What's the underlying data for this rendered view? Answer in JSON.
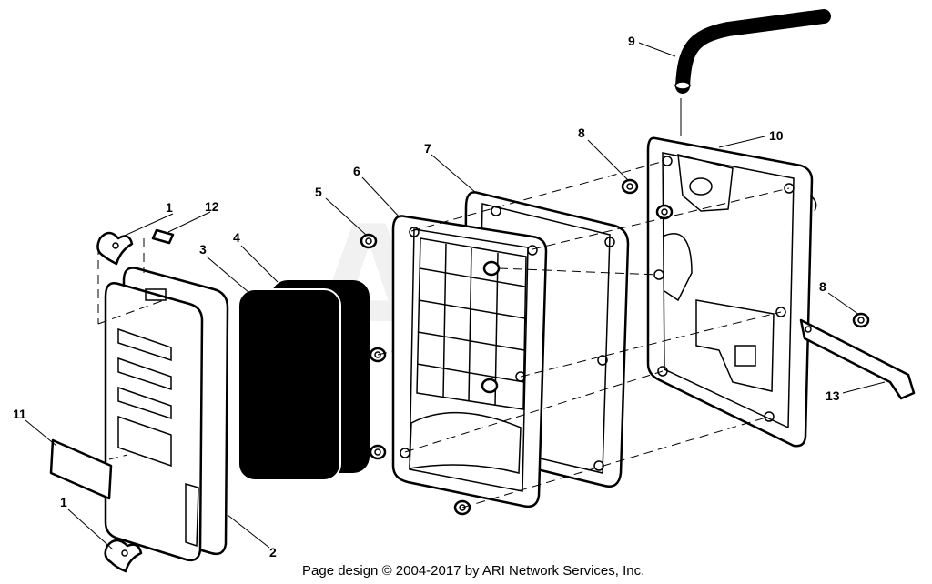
{
  "callouts": {
    "c1a": "1",
    "c12": "12",
    "c3": "3",
    "c4": "4",
    "c5": "5",
    "c6": "6",
    "c7": "7",
    "c8a": "8",
    "c9": "9",
    "c10": "10",
    "c8b": "8",
    "c13": "13",
    "c11": "11",
    "c1b": "1",
    "c2": "2"
  },
  "watermark": "ARI",
  "footer": "Page design © 2004-2017 by ARI Network Services, Inc."
}
